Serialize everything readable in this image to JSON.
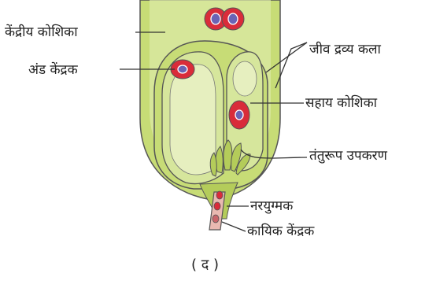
{
  "labels": {
    "central_cell": "केंद्रीय कोशिका",
    "egg_nucleus": "अंड केंद्रक",
    "plasma_membrane": "जीव द्रव्य कला",
    "synergid": "सहाय कोशिका",
    "filiform_apparatus": "तंतुरूप उपकरण",
    "male_gamete": "नरयुग्मक",
    "vegetative_nucleus": "कायिक केंद्रक"
  },
  "caption": "( द )",
  "colors": {
    "tissue": "#c7dc76",
    "tissue_light": "#dde9a8",
    "outline": "#555555",
    "nucleus_red": "#d92c3a",
    "nucleus_core": "#6b63b5",
    "leader_line": "#333333"
  }
}
